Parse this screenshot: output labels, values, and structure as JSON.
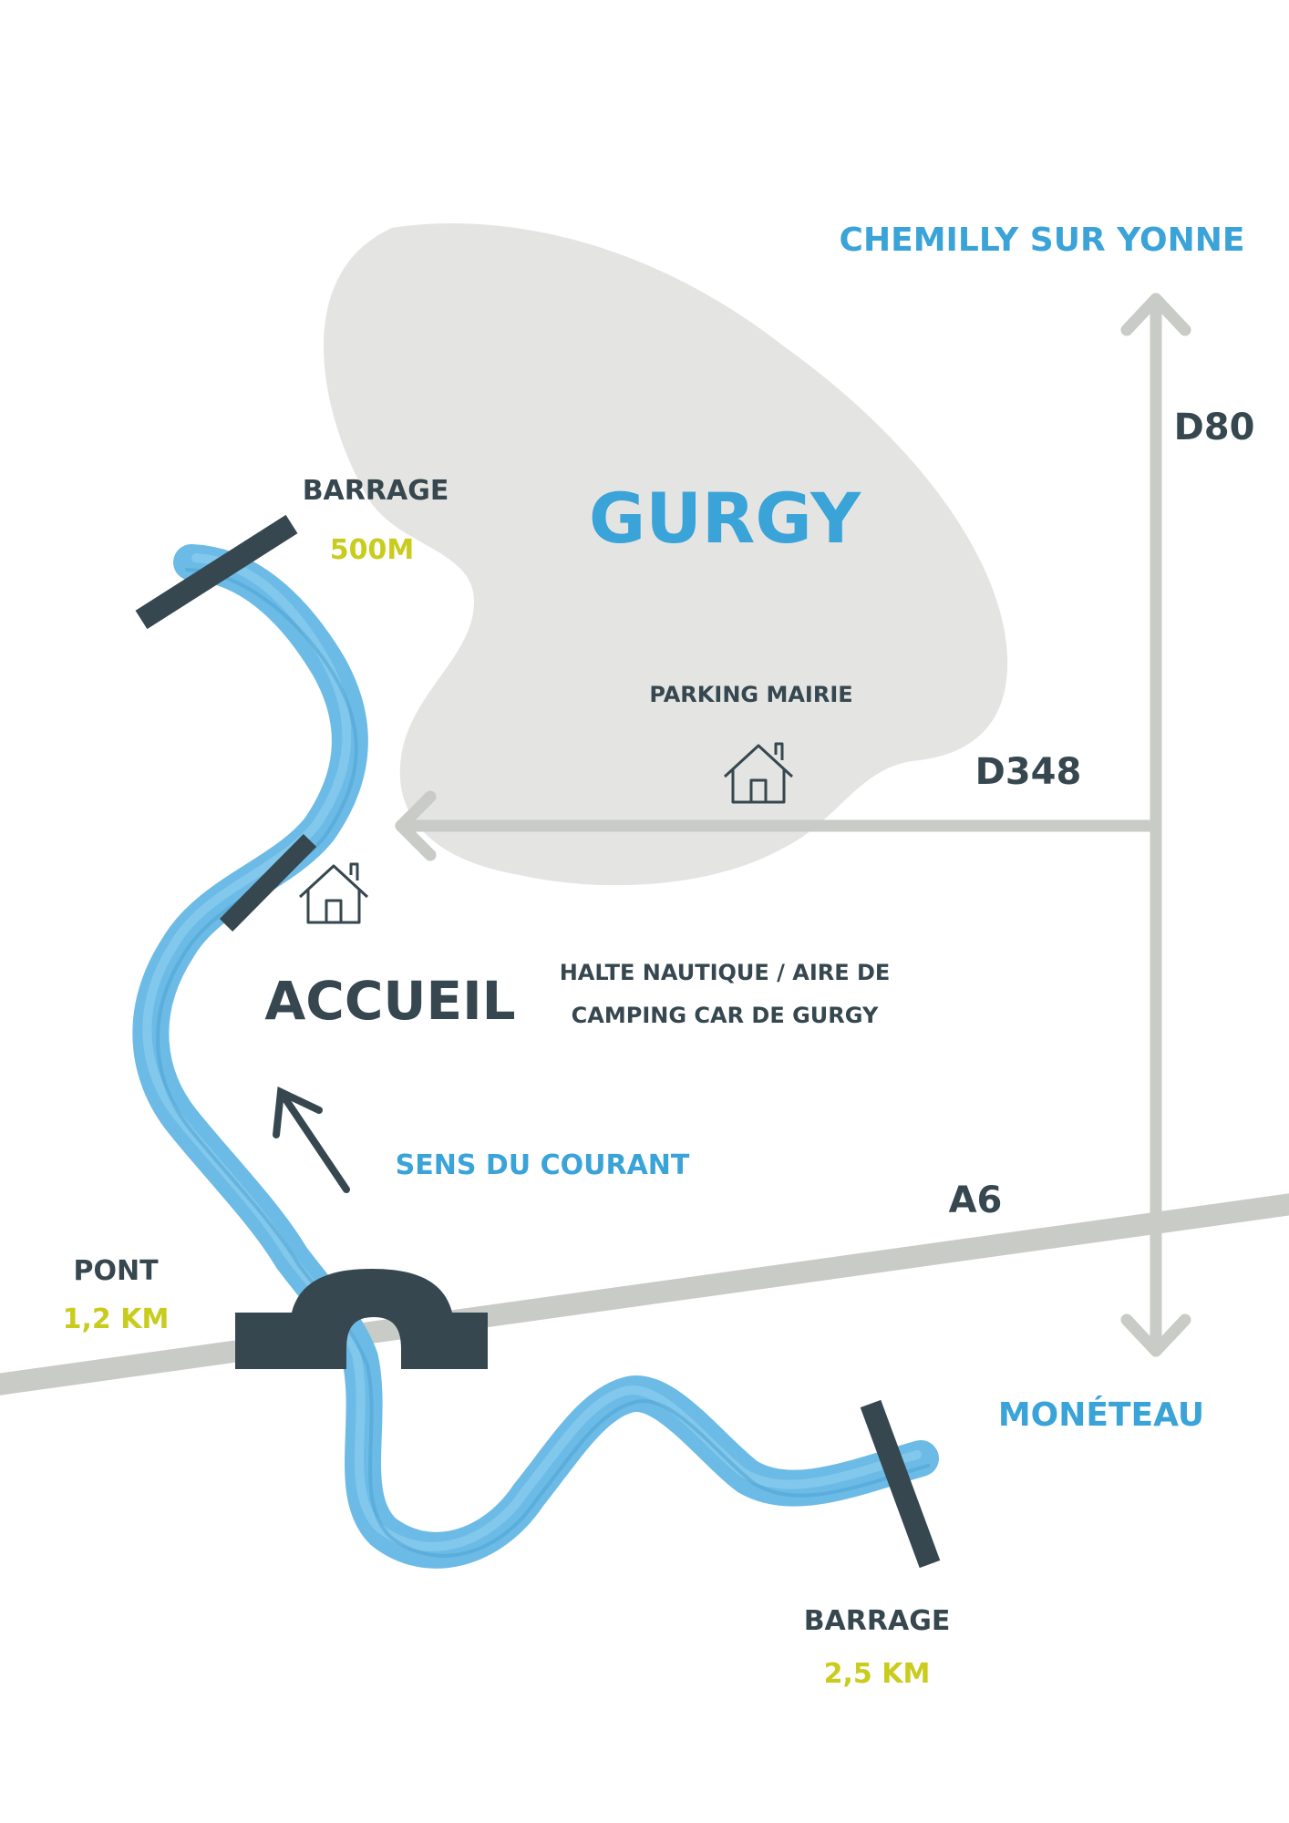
{
  "town": {
    "name": "GURGY"
  },
  "directions": {
    "north": "CHEMILLY SUR YONNE",
    "south": "MONÉTEAU"
  },
  "roads": {
    "d80": "D80",
    "d348": "D348",
    "a6": "A6"
  },
  "places": {
    "parking": "PARKING MAIRIE",
    "accueil": "ACCUEIL",
    "halte_line1": "HALTE NAUTIQUE / AIRE DE",
    "halte_line2": "CAMPING CAR DE GURGY"
  },
  "current": {
    "label": "SENS DU COURANT"
  },
  "barrage_north": {
    "label": "BARRAGE",
    "distance": "500M"
  },
  "pont": {
    "label": "PONT",
    "distance": "1,2 KM"
  },
  "barrage_south": {
    "label": "BARRAGE",
    "distance": "2,5 KM"
  },
  "colors": {
    "blue": "#3aa3d8",
    "river": "#6cbbe6",
    "dark": "#36474f",
    "yellow": "#c9cc1c",
    "grey_road": "#c8cbc6",
    "town_area": "#e4e5e3"
  }
}
